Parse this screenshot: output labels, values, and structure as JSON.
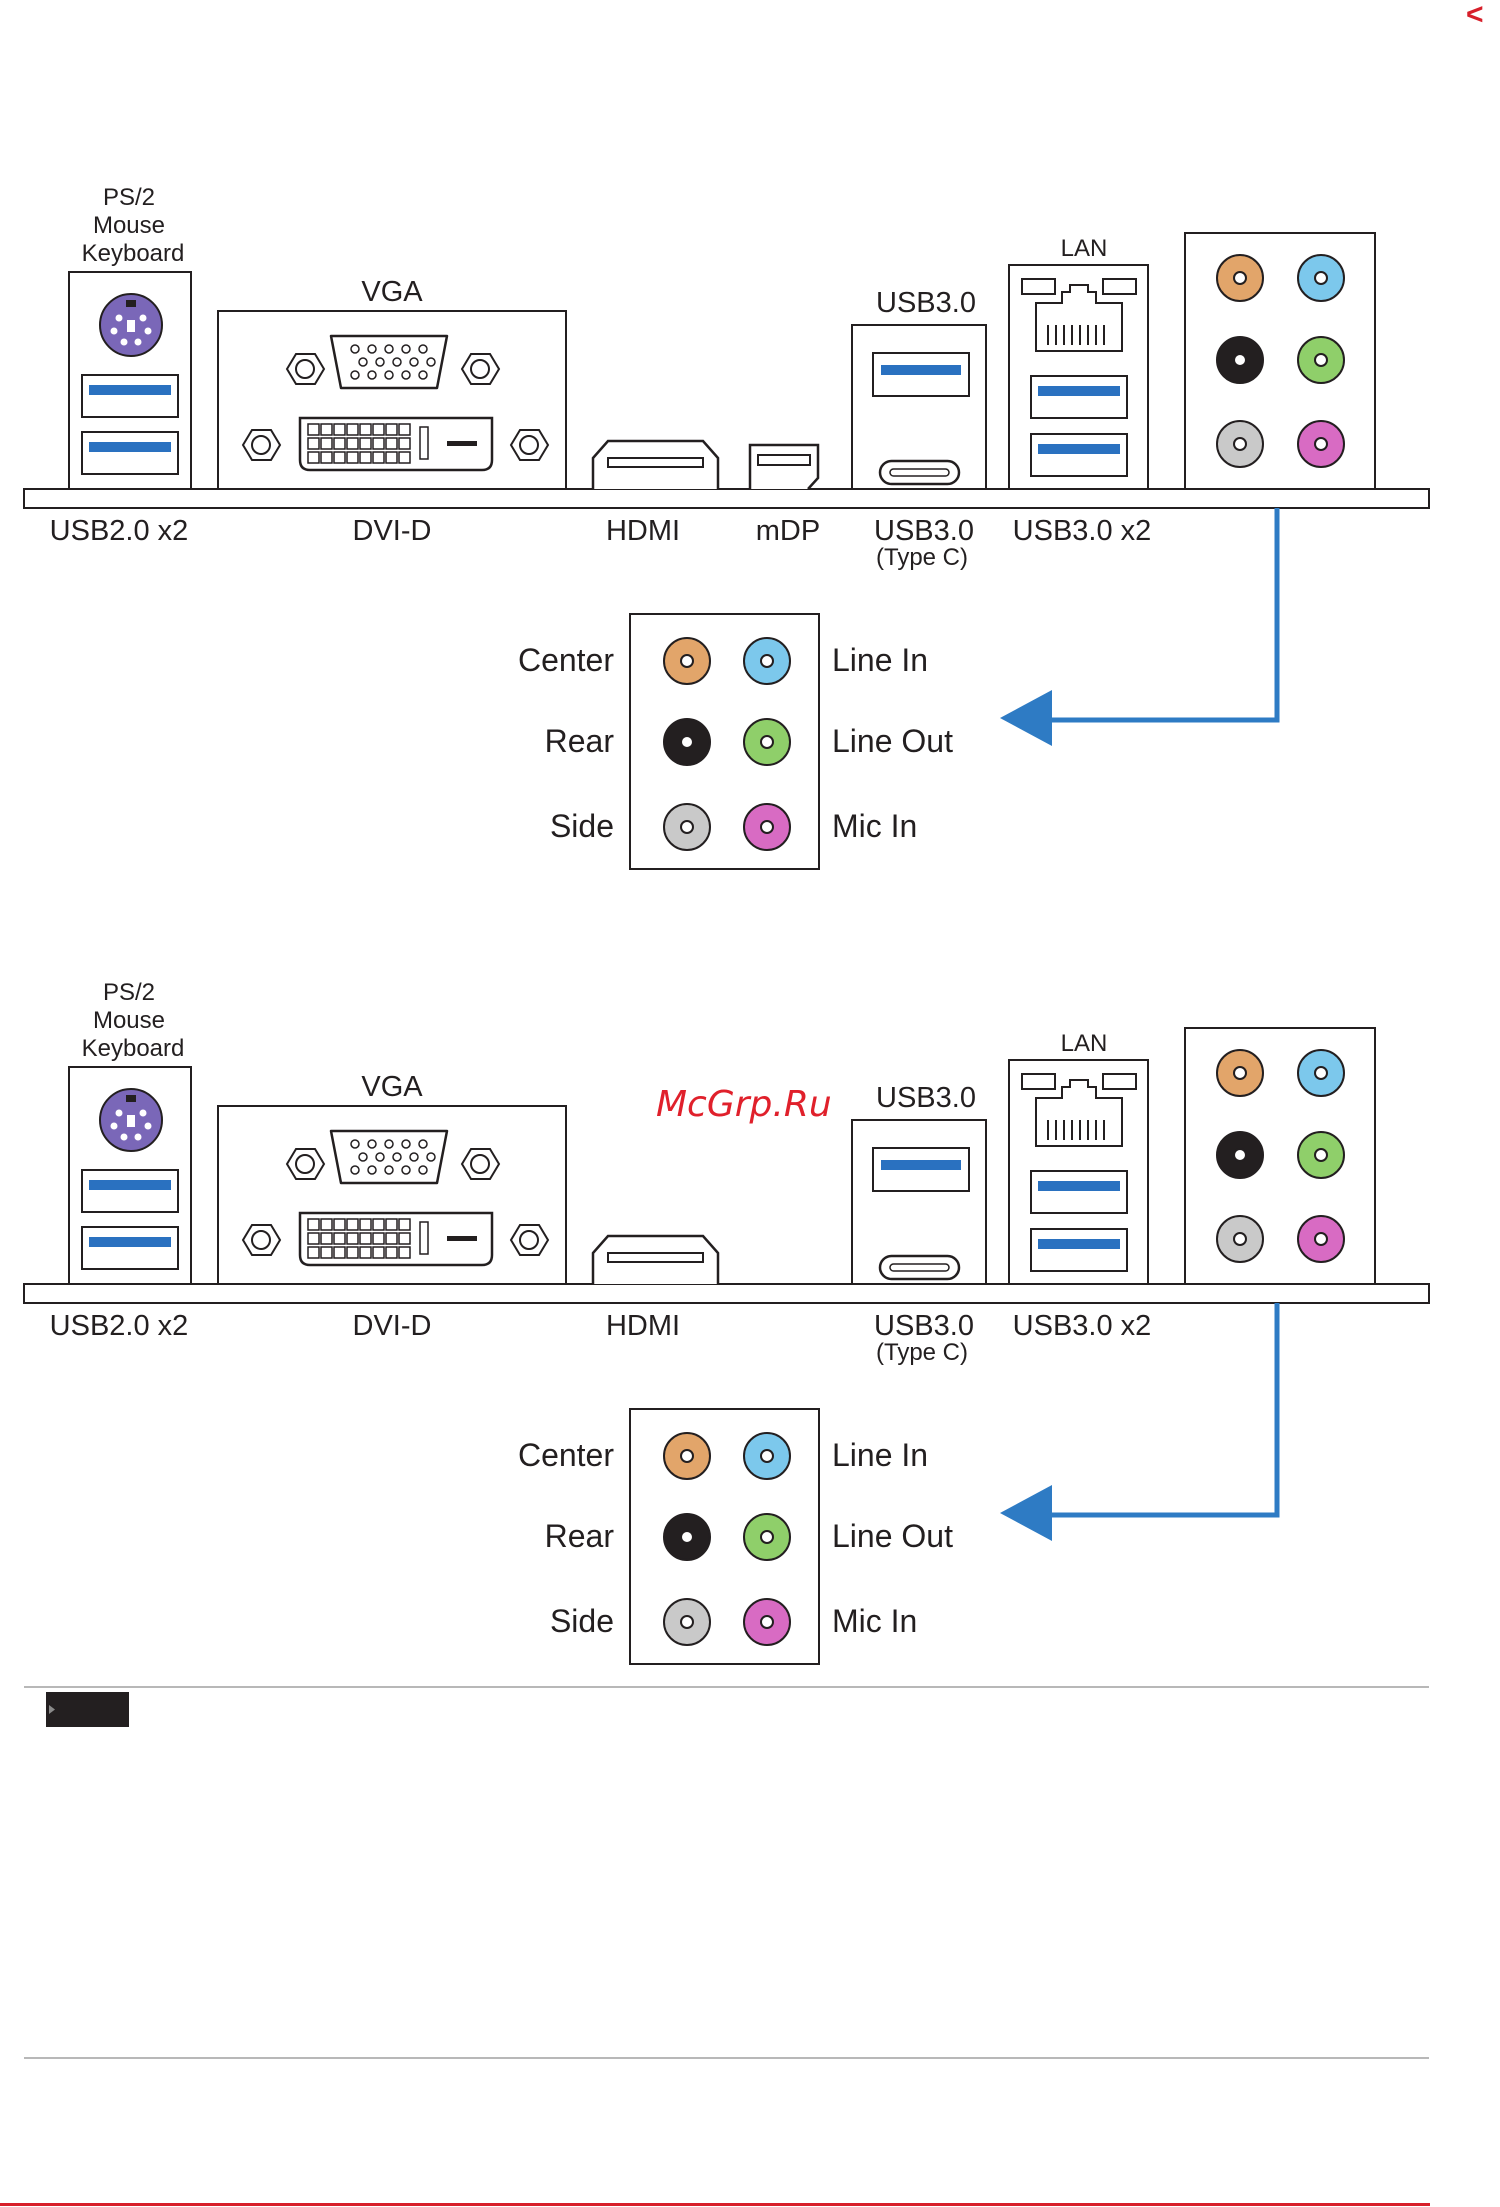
{
  "corner_mark": "<",
  "watermark": "McGrp.Ru",
  "colors": {
    "usb_blue": "#2a71c0",
    "arrow_blue": "#2e7bc4",
    "ps2_purple": "#7a67b8",
    "jack_orange": "#e2a56a",
    "jack_blue": "#7cc8ec",
    "jack_black": "#231f20",
    "jack_green": "#8fcf6a",
    "jack_gray": "#c9c9c9",
    "jack_pink": "#d86bc3",
    "accent_red": "#d71f2a"
  },
  "panels": [
    {
      "top_labels": {
        "ps2_line1": "PS/2",
        "ps2_line2": "Mouse",
        "ps2_line3": "Keyboard",
        "vga": "VGA",
        "usb30": "USB3.0",
        "lan": "LAN"
      },
      "bottom_labels": {
        "usb20": "USB2.0 x2",
        "dvid": "DVI-D",
        "hdmi": "HDMI",
        "mdp": "mDP",
        "usb30c_line1": "USB3.0",
        "usb30c_line2": "(Type C)",
        "usb30x2": "USB3.0 x2"
      },
      "audio": {
        "left": [
          "Center",
          "Rear",
          "Side"
        ],
        "right": [
          "Line In",
          "Line Out",
          "Mic In"
        ]
      }
    },
    {
      "top_labels": {
        "ps2_line1": "PS/2",
        "ps2_line2": "Mouse",
        "ps2_line3": "Keyboard",
        "vga": "VGA",
        "usb30": "USB3.0",
        "lan": "LAN"
      },
      "bottom_labels": {
        "usb20": "USB2.0 x2",
        "dvid": "DVI-D",
        "hdmi": "HDMI",
        "usb30c_line1": "USB3.0",
        "usb30c_line2": "(Type C)",
        "usb30x2": "USB3.0 x2"
      },
      "audio": {
        "left": [
          "Center",
          "Rear",
          "Side"
        ],
        "right": [
          "Line In",
          "Line Out",
          "Mic In"
        ]
      }
    }
  ]
}
